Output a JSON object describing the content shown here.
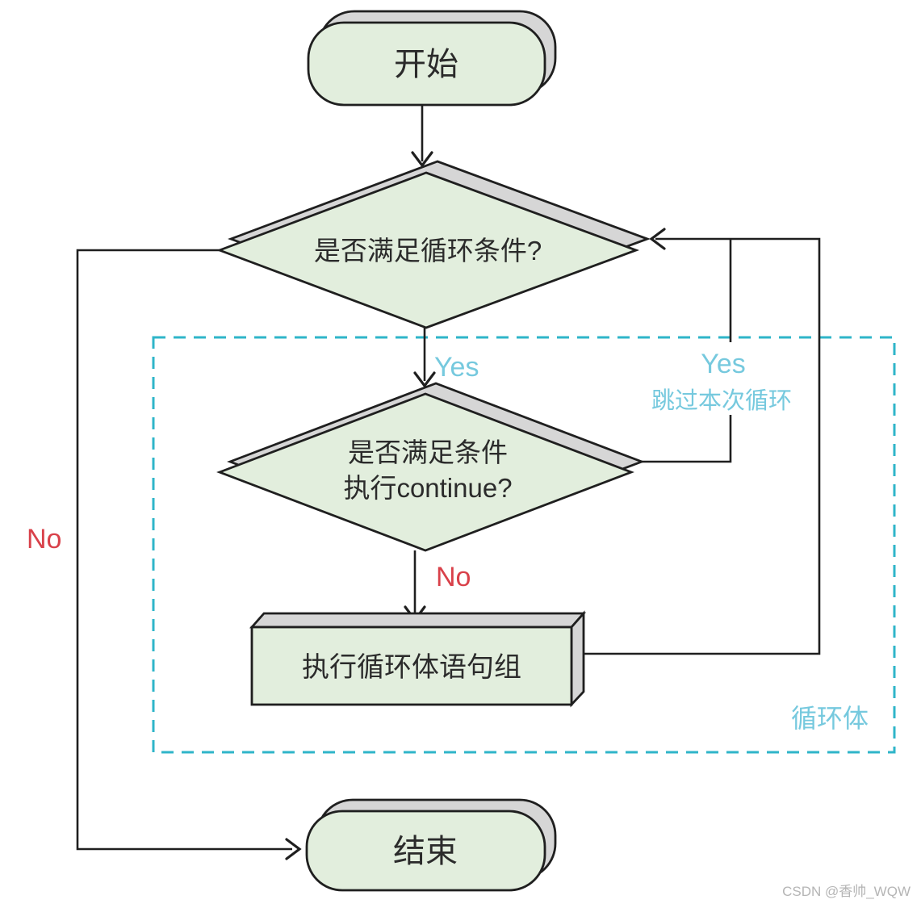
{
  "diagram": {
    "nodes": {
      "start": {
        "label": "开始"
      },
      "cond_loop": {
        "label": "是否满足循环条件?"
      },
      "cond_continue": {
        "line1": "是否满足条件",
        "line2": "执行continue?"
      },
      "body": {
        "label": "执行循环体语句组"
      },
      "end": {
        "label": "结束"
      }
    },
    "edges": {
      "yes_down": "Yes",
      "no_down": "No",
      "yes_skip_line1": "Yes",
      "yes_skip_line2": "跳过本次循环",
      "no_left": "No"
    },
    "loop_box": {
      "label": "循环体"
    },
    "watermark": "CSDN @香帅_WQW",
    "colors": {
      "node_fill": "#e2eedd",
      "shadow_fill": "#d6d6d6",
      "stroke": "#1f1f1f",
      "cyan_label": "#76c9de",
      "dashed_border": "#2fb5c9",
      "red_label": "#d9414a",
      "watermark_gray": "#b5b5b5"
    }
  }
}
